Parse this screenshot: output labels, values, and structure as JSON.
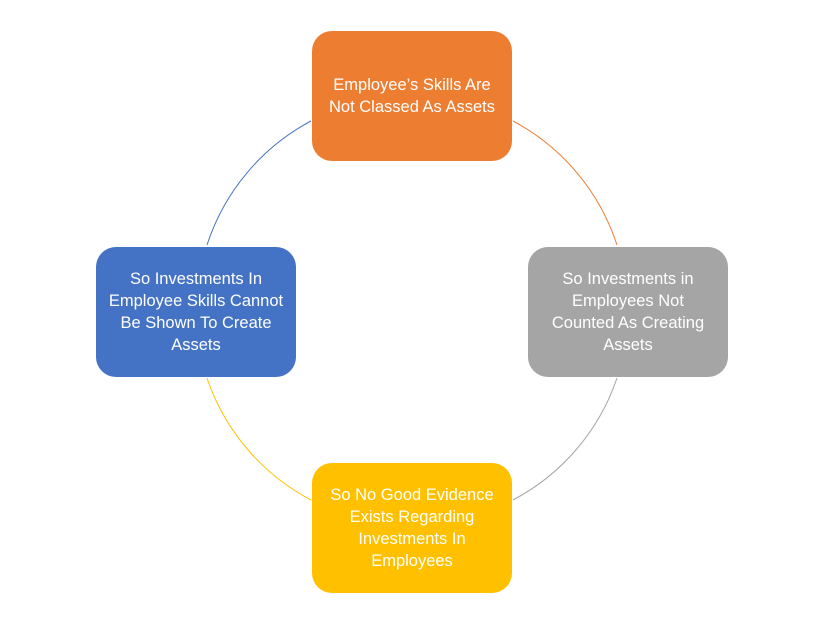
{
  "diagram": {
    "nodes": [
      {
        "id": "top",
        "text": "Employee’s Skills Are Not Classed As Assets",
        "color": "#ED7D31"
      },
      {
        "id": "right",
        "text": "So Investments in Employees Not Counted As Creating Assets",
        "color": "#A5A5A5"
      },
      {
        "id": "bottom",
        "text": "So No Good Evidence Exists Regarding Investments In Employees",
        "color": "#FFC000"
      },
      {
        "id": "left",
        "text": "So Investments In Employee Skills Cannot Be Shown To Create Assets",
        "color": "#4472C4"
      }
    ],
    "connectors": [
      {
        "from": "top",
        "to": "right",
        "color": "#ED7D31"
      },
      {
        "from": "right",
        "to": "bottom",
        "color": "#A5A5A5"
      },
      {
        "from": "bottom",
        "to": "left",
        "color": "#FFC000"
      },
      {
        "from": "left",
        "to": "top",
        "color": "#4472C4"
      }
    ]
  }
}
